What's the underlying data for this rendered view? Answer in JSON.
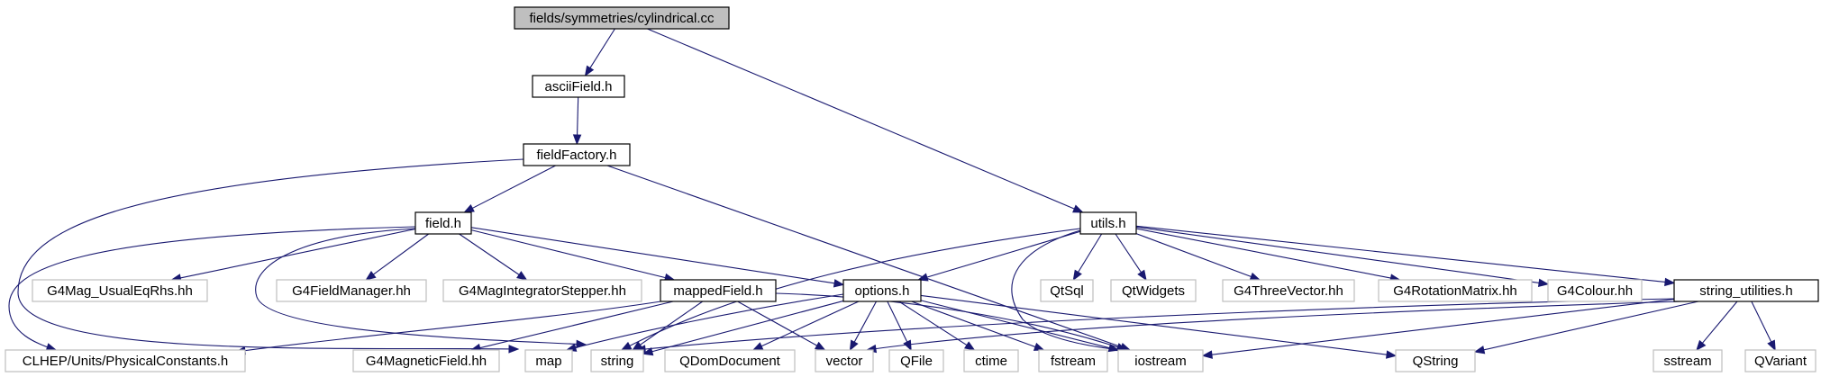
{
  "graph": {
    "nodes": [
      {
        "id": "root",
        "label": "fields/symmetries/cylindrical.cc",
        "kind": "root"
      },
      {
        "id": "asciiField",
        "label": "asciiField.h",
        "kind": "internal"
      },
      {
        "id": "fieldFactory",
        "label": "fieldFactory.h",
        "kind": "internal"
      },
      {
        "id": "field",
        "label": "field.h",
        "kind": "internal"
      },
      {
        "id": "utils",
        "label": "utils.h",
        "kind": "internal"
      },
      {
        "id": "G4MagUsual",
        "label": "G4Mag_UsualEqRhs.hh",
        "kind": "external"
      },
      {
        "id": "G4FieldManager",
        "label": "G4FieldManager.hh",
        "kind": "external"
      },
      {
        "id": "G4MagIntegrator",
        "label": "G4MagIntegratorStepper.hh",
        "kind": "external"
      },
      {
        "id": "mappedField",
        "label": "mappedField.h",
        "kind": "internal"
      },
      {
        "id": "options",
        "label": "options.h",
        "kind": "internal"
      },
      {
        "id": "QtSql",
        "label": "QtSql",
        "kind": "external"
      },
      {
        "id": "QtWidgets",
        "label": "QtWidgets",
        "kind": "external"
      },
      {
        "id": "G4ThreeVector",
        "label": "G4ThreeVector.hh",
        "kind": "external"
      },
      {
        "id": "G4RotationMatrix",
        "label": "G4RotationMatrix.hh",
        "kind": "external"
      },
      {
        "id": "G4Colour",
        "label": "G4Colour.hh",
        "kind": "external"
      },
      {
        "id": "string_utilities",
        "label": "string_utilities.h",
        "kind": "internal"
      },
      {
        "id": "CLHEP",
        "label": "CLHEP/Units/PhysicalConstants.h",
        "kind": "external"
      },
      {
        "id": "G4MagneticField",
        "label": "G4MagneticField.hh",
        "kind": "external"
      },
      {
        "id": "map",
        "label": "map",
        "kind": "external"
      },
      {
        "id": "string",
        "label": "string",
        "kind": "external"
      },
      {
        "id": "QDomDocument",
        "label": "QDomDocument",
        "kind": "external"
      },
      {
        "id": "vector",
        "label": "vector",
        "kind": "external"
      },
      {
        "id": "QFile",
        "label": "QFile",
        "kind": "external"
      },
      {
        "id": "ctime",
        "label": "ctime",
        "kind": "external"
      },
      {
        "id": "fstream",
        "label": "fstream",
        "kind": "external"
      },
      {
        "id": "iostream",
        "label": "iostream",
        "kind": "external"
      },
      {
        "id": "QString",
        "label": "QString",
        "kind": "external"
      },
      {
        "id": "sstream",
        "label": "sstream",
        "kind": "external"
      },
      {
        "id": "QVariant",
        "label": "QVariant",
        "kind": "external"
      }
    ],
    "edges": [
      [
        "root",
        "asciiField"
      ],
      [
        "root",
        "utils"
      ],
      [
        "asciiField",
        "fieldFactory"
      ],
      [
        "fieldFactory",
        "field"
      ],
      [
        "fieldFactory",
        "map"
      ],
      [
        "fieldFactory",
        "iostream"
      ],
      [
        "field",
        "G4MagUsual"
      ],
      [
        "field",
        "G4FieldManager"
      ],
      [
        "field",
        "G4MagIntegrator"
      ],
      [
        "field",
        "mappedField"
      ],
      [
        "field",
        "options"
      ],
      [
        "field",
        "CLHEP"
      ],
      [
        "field",
        "string"
      ],
      [
        "mappedField",
        "CLHEP"
      ],
      [
        "mappedField",
        "G4MagneticField"
      ],
      [
        "mappedField",
        "string"
      ],
      [
        "mappedField",
        "vector"
      ],
      [
        "mappedField",
        "iostream"
      ],
      [
        "utils",
        "options"
      ],
      [
        "utils",
        "QtSql"
      ],
      [
        "utils",
        "QtWidgets"
      ],
      [
        "utils",
        "G4ThreeVector"
      ],
      [
        "utils",
        "G4RotationMatrix"
      ],
      [
        "utils",
        "G4Colour"
      ],
      [
        "utils",
        "string_utilities"
      ],
      [
        "utils",
        "string"
      ],
      [
        "utils",
        "iostream"
      ],
      [
        "options",
        "map"
      ],
      [
        "options",
        "string"
      ],
      [
        "options",
        "QDomDocument"
      ],
      [
        "options",
        "vector"
      ],
      [
        "options",
        "QFile"
      ],
      [
        "options",
        "ctime"
      ],
      [
        "options",
        "fstream"
      ],
      [
        "options",
        "iostream"
      ],
      [
        "options",
        "QString"
      ],
      [
        "string_utilities",
        "string"
      ],
      [
        "string_utilities",
        "vector"
      ],
      [
        "string_utilities",
        "iostream"
      ],
      [
        "string_utilities",
        "QString"
      ],
      [
        "string_utilities",
        "sstream"
      ],
      [
        "string_utilities",
        "QVariant"
      ]
    ]
  },
  "colors": {
    "edge": "#191970",
    "root_fill": "#bfbfbf",
    "root_border": "#000000",
    "internal_fill": "#ffffff",
    "internal_border": "#000000",
    "external_fill": "#ffffff",
    "external_border": "#bfbfbf",
    "text": "#000000"
  }
}
